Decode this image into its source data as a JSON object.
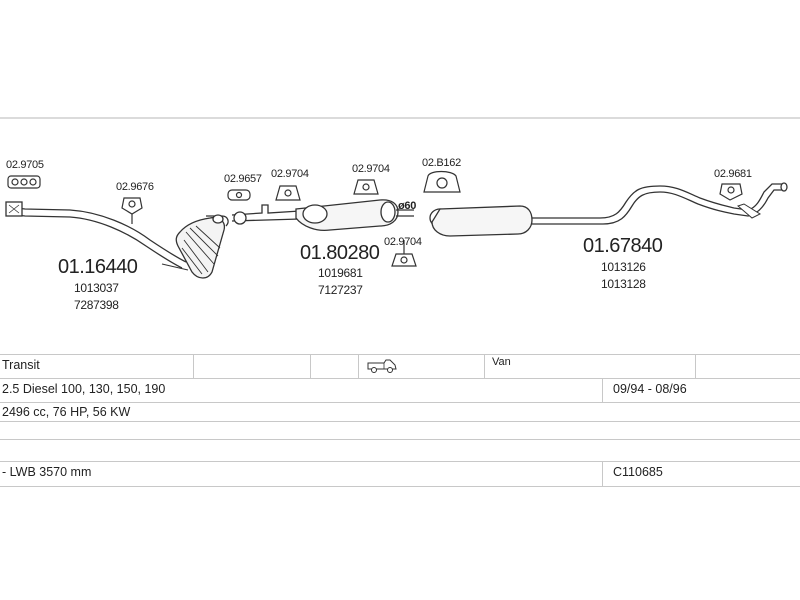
{
  "diagram": {
    "part_labels": {
      "p_029705": "02.9705",
      "p_029676": "02.9676",
      "p_029657": "02.9657",
      "p_029704a": "02.9704",
      "p_029704b": "02.9704",
      "p_02b162": "02.B162",
      "p_029704c": "02.9704",
      "p_029681": "02.9681"
    },
    "sections": {
      "front": {
        "main": "01.16440",
        "ref1": "1013037",
        "ref2": "7287398"
      },
      "middle": {
        "main": "01.80280",
        "ref1": "1019681",
        "ref2": "7127237"
      },
      "rear": {
        "main": "01.67840",
        "ref1": "1013126",
        "ref2": "1013128"
      }
    },
    "diameter_note": "ø60"
  },
  "table": {
    "model": "Transit",
    "body": "Van",
    "vehicle_icon": "van-icon",
    "engine": "2.5 Diesel  100, 130, 150, 190",
    "years": "09/94 - 08/96",
    "specs": "2496 cc, 76 HP, 56 KW",
    "wheelbase": "- LWB 3570 mm",
    "code": "C110685"
  }
}
